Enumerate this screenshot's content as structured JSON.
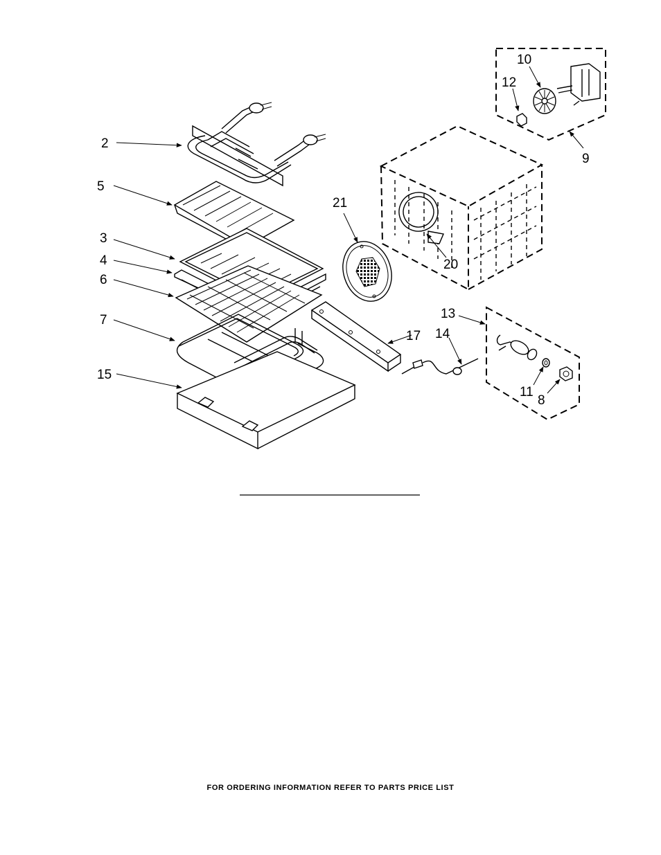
{
  "callouts": {
    "c2": "2",
    "c5": "5",
    "c3": "3",
    "c4": "4",
    "c6": "6",
    "c7": "7",
    "c15": "15",
    "c21": "21",
    "c20": "20",
    "c17": "17",
    "c14": "14",
    "c13": "13",
    "c11": "11",
    "c8": "8",
    "c9": "9",
    "c10": "10",
    "c12": "12"
  },
  "footer": "FOR ORDERING INFORMATION REFER TO PARTS PRICE LIST"
}
